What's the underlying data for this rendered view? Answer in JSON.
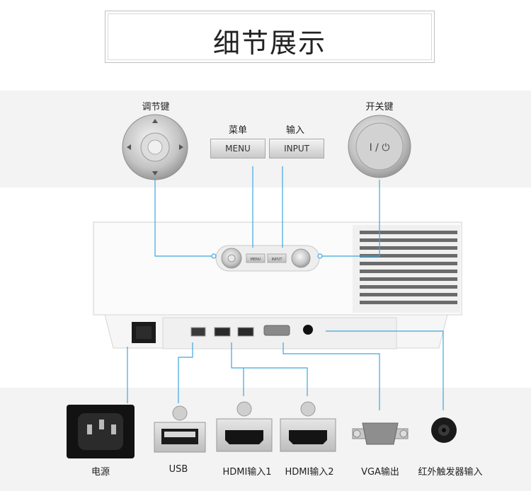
{
  "title": "细节展示",
  "controls": {
    "dpad_label": "调节键",
    "menu_label_cn": "菜单",
    "menu_btn": "MENU",
    "input_label_cn": "输入",
    "input_btn": "INPUT",
    "power_label": "开关键",
    "power_symbol": "I / ⏻"
  },
  "device": {
    "small_menu": "MENU",
    "small_input": "INPUT"
  },
  "ports": [
    {
      "id": "power",
      "label": "电源"
    },
    {
      "id": "usb",
      "label": "USB"
    },
    {
      "id": "hdmi1",
      "label": "HDMI输入1"
    },
    {
      "id": "hdmi2",
      "label": "HDMI输入2"
    },
    {
      "id": "vga",
      "label": "VGA输出"
    },
    {
      "id": "ir",
      "label": "红外触发器输入"
    }
  ],
  "colors": {
    "callout_line": "#3da6e0",
    "band": "#f3f3f3"
  }
}
